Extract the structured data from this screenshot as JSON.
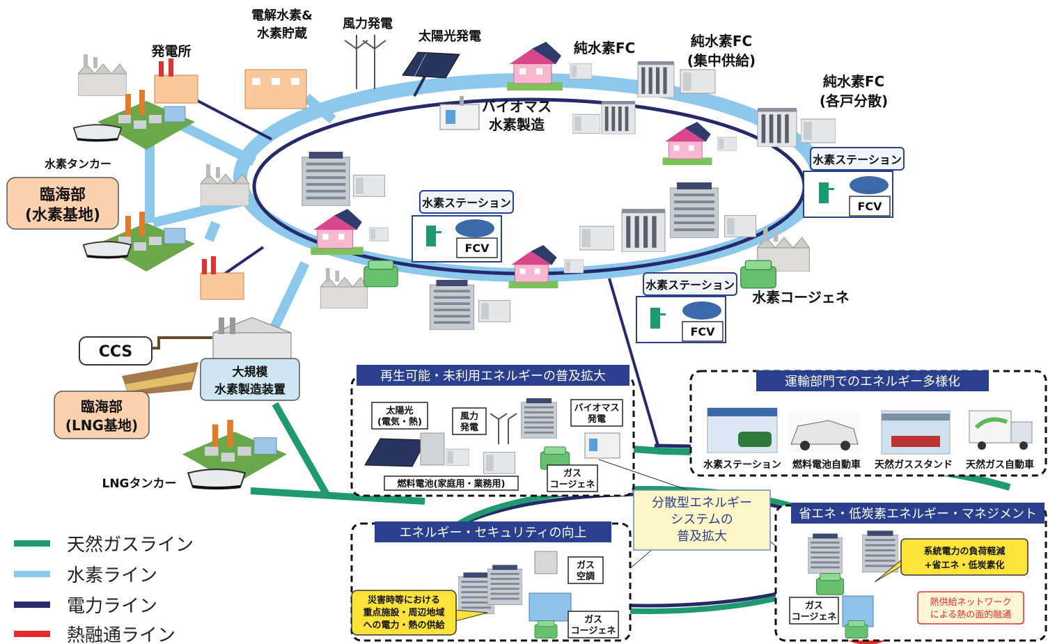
{
  "labels": {
    "power_plant": "発電所",
    "electrolysis_1": "電解水素&",
    "electrolysis_2": "水素貯蔵",
    "wind_power": "風力発電",
    "solar_power": "太陽光発電",
    "pure_fc": "純水素FC",
    "pure_fc_central_1": "純水素FC",
    "pure_fc_central_2": "(集中供給)",
    "pure_fc_each_1": "純水素FC",
    "pure_fc_each_2": "(各戸分散)",
    "biomass_h2_1": "バイオマス",
    "biomass_h2_2": "水素製造",
    "h2_tanker": "水素タンカー",
    "coastal_h2_1": "臨海部",
    "coastal_h2_2": "(水素基地)",
    "h2_station": "水素ステーション",
    "fcv": "FCV",
    "h2_cogen": "水素コージェネ",
    "ccs": "CCS",
    "large_h2_1": "大規模",
    "large_h2_2": "水素製造装置",
    "coastal_lng_1": "臨海部",
    "coastal_lng_2": "(LNG基地)",
    "lng_tanker": "LNGタンカー"
  },
  "renewable": {
    "title": "再生可能・未利用エネルギーの普及拡大",
    "solar_1": "太陽光",
    "solar_2": "(電気・熱)",
    "wind_1": "風力",
    "wind_2": "発電",
    "biomass_1": "バイオマス",
    "biomass_2": "発電",
    "fuel_cell": "燃料電池(家庭用・業務用)",
    "gas_cogen_1": "ガス",
    "gas_cogen_2": "コージェネ"
  },
  "transport": {
    "title": "運輸部門でのエネルギー多様化",
    "items": [
      "水素ステーション",
      "燃料電池自動車",
      "天然ガススタンド",
      "天然ガス自動車"
    ]
  },
  "distributed": {
    "line1": "分散型エネルギー",
    "line2": "システムの",
    "line3": "普及拡大"
  },
  "security": {
    "title": "エネルギー・セキュリティの向上",
    "callout_1": "災害時等における",
    "callout_2": "重点施設・周辺地域",
    "callout_3": "への電力・熱の供給",
    "gas_ac_1": "ガス",
    "gas_ac_2": "空調",
    "gas_cogen_1": "ガス",
    "gas_cogen_2": "コージェネ"
  },
  "management": {
    "title": "省エネ・低炭素エネルギー・マネジメント",
    "callout_1": "系統電力の負荷軽減",
    "callout_2": "+省エネ・低炭素化",
    "heat_1": "熱供給ネットワーク",
    "heat_2": "による熱の面的融通",
    "gas_cogen_1": "ガス",
    "gas_cogen_2": "コージェネ"
  },
  "legend": [
    {
      "label": "天然ガスライン",
      "color": "#1f9a6e"
    },
    {
      "label": "水素ライン",
      "color": "#8cc8ec"
    },
    {
      "label": "電力ライン",
      "color": "#262a6b"
    },
    {
      "label": "熱融通ライン",
      "color": "#e32b2b"
    }
  ],
  "colors": {
    "gas": "#1f9a6e",
    "hydrogen": "#8cc8ec",
    "power": "#262a6b",
    "heat": "#e32b2b",
    "tag_fill": "#fbd2ad",
    "header_fill": "#2b3f8f",
    "callout_fill": "#fde23a"
  }
}
